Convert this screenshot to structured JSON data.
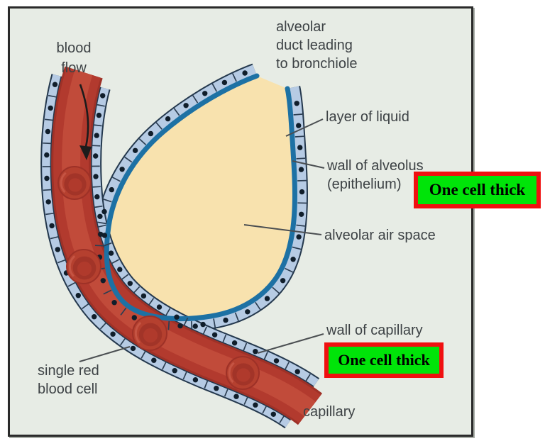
{
  "labels": {
    "blood_flow": "blood\nflow",
    "alveolar_duct": "alveolar\nduct leading\nto bronchiole",
    "layer_of_liquid": "layer of liquid",
    "wall_of_alveolus": "wall of alveolus\n(epithelium)",
    "alveolar_air_space": "alveolar air space",
    "wall_of_capillary": "wall of capillary",
    "capillary": "capillary",
    "single_red_blood_cell": "single red\nblood cell"
  },
  "badges": {
    "alveolus_wall": "One cell thick",
    "capillary_wall": "One cell thick",
    "bg": "#00e409",
    "border": "#f01010",
    "text_color": "#000000"
  },
  "colors": {
    "page_bg": "#ffffff",
    "panel_bg": "#e7ece5",
    "panel_border": "#2a2a2a",
    "label_text": "#3d4245",
    "leader_line": "#4a4e51",
    "arrow": "#1c1c1c",
    "alveolus_fill": "#f8e2ae",
    "alveolus_rim": "#1d71a4",
    "cell_band": "#b6cbe4",
    "cell_band_outline": "#24384d",
    "cell_divider": "#2c3e52",
    "nucleus": "#101e2b",
    "vessel_edge": "#9e3127",
    "vessel_main": "#b23a2e",
    "vessel_core": "#c14b3a",
    "rbc_body": "#b5402f",
    "rbc_depression": "#a23428",
    "rbc_center": "#b03a2c",
    "rbc_highlight": "#c85846"
  }
}
